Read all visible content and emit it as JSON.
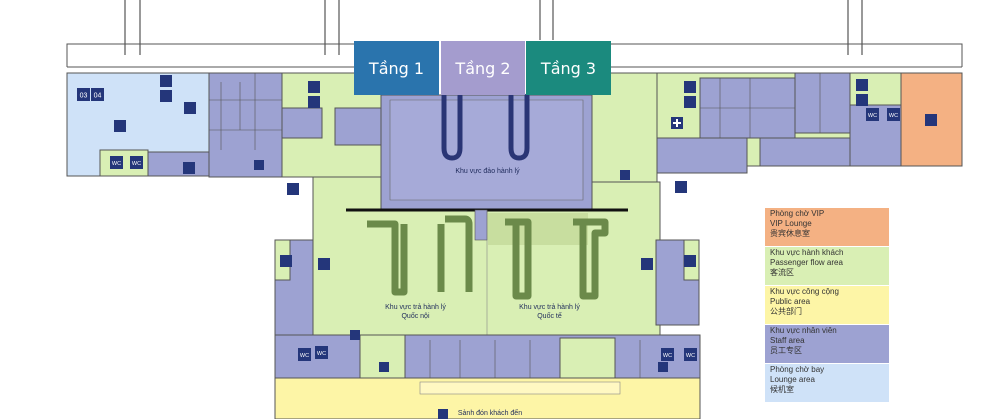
{
  "floor_tabs": [
    {
      "label": "Tầng 1",
      "color": "#2a74ad"
    },
    {
      "label": "Tầng 2",
      "color": "#a49cce"
    },
    {
      "label": "Tầng 3",
      "color": "#1b8a7e"
    }
  ],
  "zones": {
    "check_in": "Khu vực đảo hành lý",
    "baggage_domestic": [
      "Khu vực trả hành lý",
      "Quốc nội"
    ],
    "baggage_international": [
      "Khu vực trả hành lý",
      "Quốc tế"
    ],
    "arrival_hall": "Sảnh đón khách đến"
  },
  "gate_numbers": [
    "03",
    "04"
  ],
  "restroom_label": "WC",
  "legend": [
    {
      "lines": [
        "Phòng chờ VIP",
        "VIP Lounge",
        "贵宾休息室"
      ],
      "color": "#f4b183"
    },
    {
      "lines": [
        "Khu vực hành khách",
        "Passenger flow area",
        "客流区"
      ],
      "color": "#d9efb4"
    },
    {
      "lines": [
        "Khu vực công cộng",
        "Public area",
        "公共部门"
      ],
      "color": "#fdf5a6"
    },
    {
      "lines": [
        "Khu vực nhân viên",
        "Staff area",
        "员工专区"
      ],
      "color": "#9da2d2"
    },
    {
      "lines": [
        "Phòng chờ bay",
        "Lounge area",
        "候机室"
      ],
      "color": "#cfe2f8"
    }
  ],
  "colors": {
    "staff": "#9da2d2",
    "passenger": "#d9efb4",
    "public": "#fdf5a6",
    "lounge": "#cfe2f8",
    "vip": "#f4b183",
    "icon": "#24367a",
    "carousel": "#6b8a4a"
  }
}
